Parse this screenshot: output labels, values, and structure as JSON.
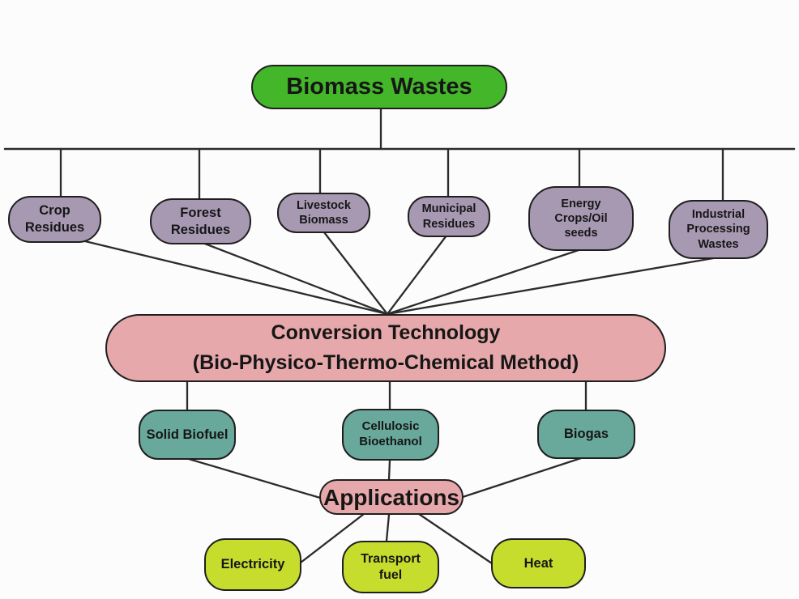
{
  "diagram": {
    "root": {
      "label": "Biomass Wastes",
      "color": "#44b62a"
    },
    "sources": [
      {
        "label": "Crop Residues"
      },
      {
        "label": "Forest Residues"
      },
      {
        "label": "Livestock Biomass"
      },
      {
        "label": "Municipal Residues"
      },
      {
        "label": "Energy Crops/Oil seeds"
      },
      {
        "label": "Industrial Processing Wastes"
      }
    ],
    "sources_color": "#a899b3",
    "conversion": {
      "line1": "Conversion Technology",
      "line2": "(Bio-Physico-Thermo-Chemical Method)",
      "color": "#e6a8ab"
    },
    "products": [
      {
        "label": "Solid Biofuel"
      },
      {
        "label": "Cellulosic Bioethanol"
      },
      {
        "label": "Biogas"
      }
    ],
    "products_color": "#69a99b",
    "applications": {
      "label": "Applications",
      "color": "#e6a8ab"
    },
    "uses": [
      {
        "label": "Electricity"
      },
      {
        "label": "Transport fuel"
      },
      {
        "label": "Heat"
      }
    ],
    "uses_color": "#c6dd2e",
    "line_color": "#2b2b2b"
  }
}
